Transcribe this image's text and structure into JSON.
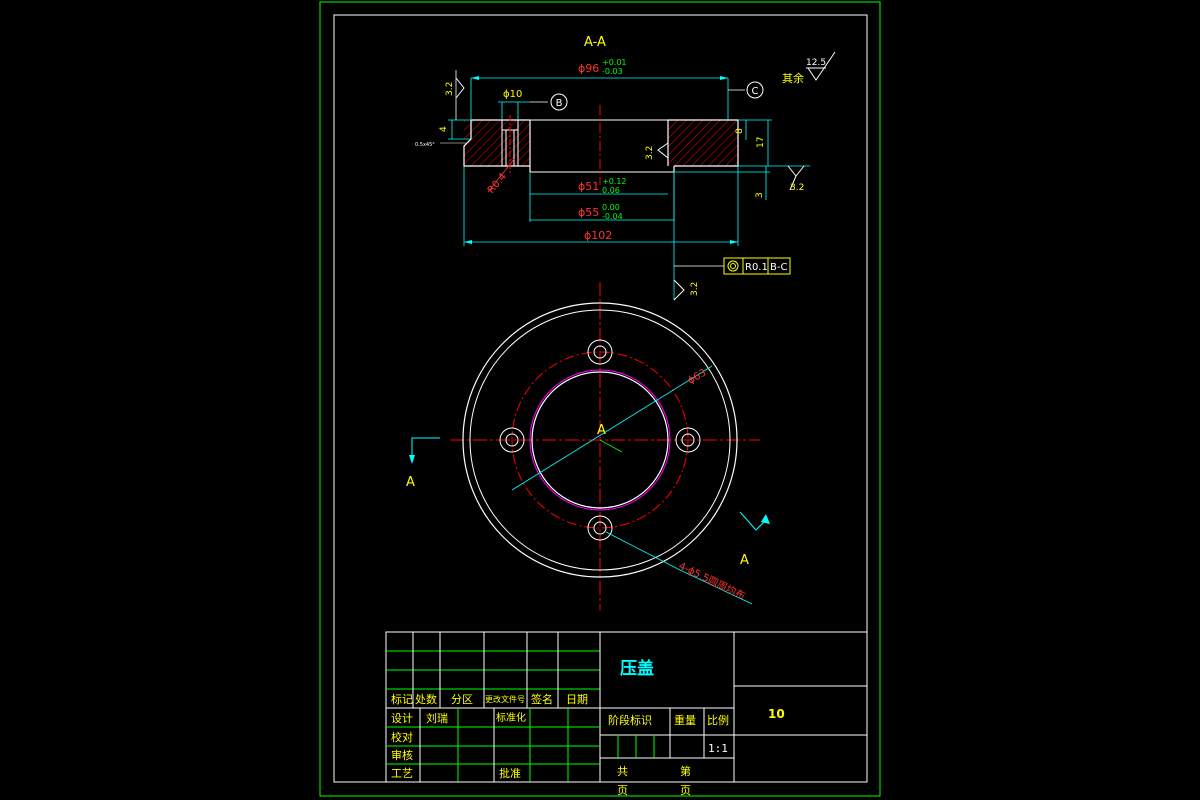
{
  "section": {
    "title": "A-A",
    "dim_top": "ϕ96",
    "dim_top_tol_upper": "+0.01",
    "dim_top_tol_lower": "-0.03",
    "dim_hole": "ϕ10",
    "dim_bore": "ϕ51",
    "dim_bore_tol_upper": "+0.12",
    "dim_bore_tol_lower": "0.06",
    "dim_step": "ϕ55",
    "dim_step_tol_upper": "0.00",
    "dim_step_tol_lower": "-0.04",
    "dim_outer": "ϕ102",
    "datum_b": "B",
    "datum_c": "C",
    "roughness_general": "12.5",
    "roughness_general_note": "其余",
    "roughness_left": "3.2",
    "roughness_inner": "3.2",
    "roughness_right": "3.2",
    "roughness_bottom": "3.2",
    "dim_4": "4",
    "dim_8": "8",
    "dim_17": "17",
    "dim_3": "3",
    "radius_label": "R0.4",
    "chamfer_label": "0.5x45°",
    "tolerance_value": "R0.1",
    "tolerance_datum": "B-C"
  },
  "plan": {
    "pcd_label": "ϕ63",
    "center_label": "A",
    "section_mark_left": "A",
    "section_mark_right": "A",
    "holes_note": "4-ϕ5.5圆周均布"
  },
  "title_block": {
    "part_name": "压盖",
    "part_number": "10",
    "col_mark": "标记",
    "col_count": "处数",
    "col_zone": "分区",
    "col_doc": "更改文件号",
    "col_sign": "签名",
    "col_date": "日期",
    "design_label": "设计",
    "designer": "刘瑞",
    "standardize_label": "标准化",
    "check_label": "校对",
    "review_label": "审核",
    "process_label": "工艺",
    "approve_label": "批准",
    "stage_label": "阶段标识",
    "weight_label": "重量",
    "scale_label": "比例",
    "scale_value": "1:1",
    "total_label": "共",
    "sheet_label": "第",
    "page_label_1": "页",
    "page_label_2": "页"
  },
  "colors": {
    "frame": "#00ff00",
    "line": "#ffffff",
    "dimension": "#00ffff",
    "text_yellow": "#ffff00",
    "hatch": "#ff0000",
    "bore_circle": "#ff00ff"
  }
}
